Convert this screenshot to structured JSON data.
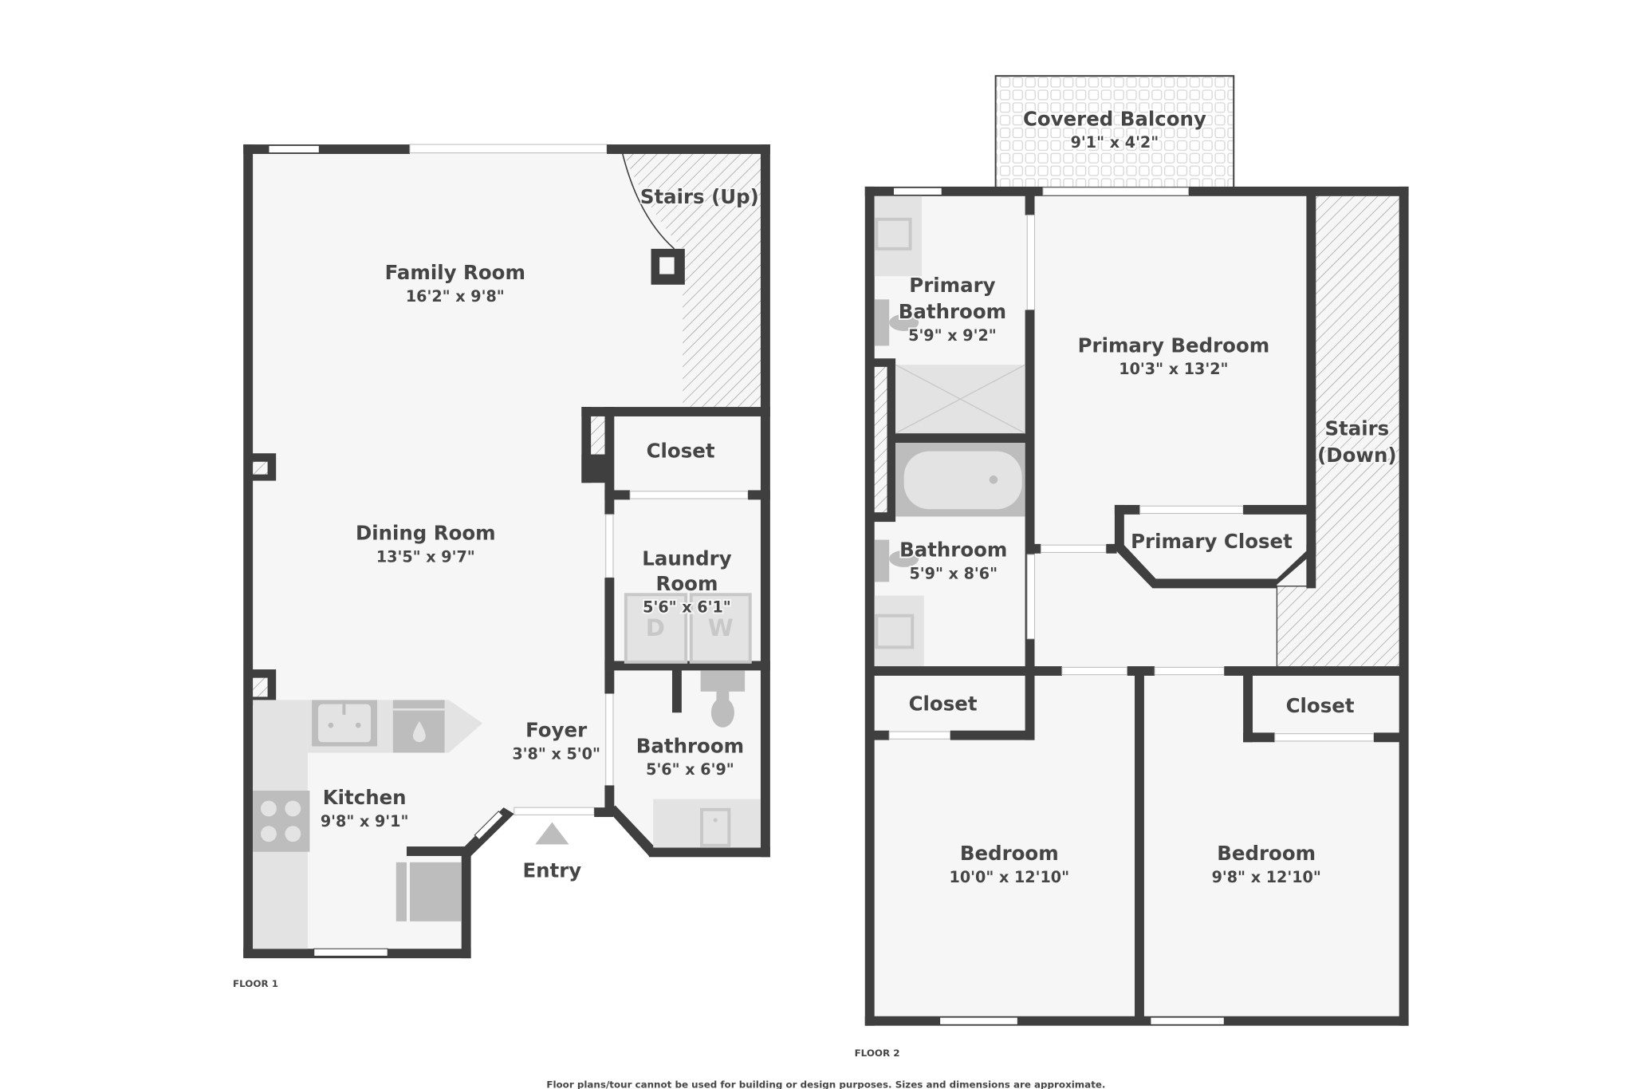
{
  "floors": [
    {
      "label": "FLOOR 1",
      "rooms": [
        {
          "name": "Family Room",
          "dims": "16'2\" x 9'8\""
        },
        {
          "name": "Stairs (Up)",
          "dims": ""
        },
        {
          "name": "Closet",
          "dims": ""
        },
        {
          "name": "Dining Room",
          "dims": "13'5\" x 9'7\""
        },
        {
          "name": "Laundry",
          "name2": "Room",
          "dims": "5'6\" x 6'1\""
        },
        {
          "name": "Foyer",
          "dims": "3'8\" x 5'0\""
        },
        {
          "name": "Bathroom",
          "dims": "5'6\" x 6'9\""
        },
        {
          "name": "Kitchen",
          "dims": "9'8\" x 9'1\""
        },
        {
          "name": "Entry",
          "dims": ""
        }
      ],
      "appliance_letters": {
        "dryer": "D",
        "washer": "W"
      }
    },
    {
      "label": "FLOOR 2",
      "rooms": [
        {
          "name": "Covered Balcony",
          "dims": "9'1\" x 4'2\""
        },
        {
          "name": "Primary",
          "name2": "Bathroom",
          "dims": "5'9\" x 9'2\""
        },
        {
          "name": "Primary Bedroom",
          "dims": "10'3\" x 13'2\""
        },
        {
          "name": "Stairs",
          "name2": "(Down)",
          "dims": ""
        },
        {
          "name": "Bathroom",
          "dims": "5'9\" x 8'6\""
        },
        {
          "name": "Primary Closet",
          "dims": ""
        },
        {
          "name": "Closet",
          "dims": ""
        },
        {
          "name": "Closet",
          "dims": ""
        },
        {
          "name": "Bedroom",
          "dims": "10'0\" x 12'10\""
        },
        {
          "name": "Bedroom",
          "dims": "9'8\" x 12'10\""
        }
      ]
    }
  ],
  "disclaimer": "Floor plans/tour cannot be used for building or design purposes. Sizes and dimensions are approximate.",
  "colors": {
    "wall": "#3f3f3f",
    "floor": "#f6f6f6",
    "fixture": "#bdbdbd",
    "text": "#454545"
  }
}
